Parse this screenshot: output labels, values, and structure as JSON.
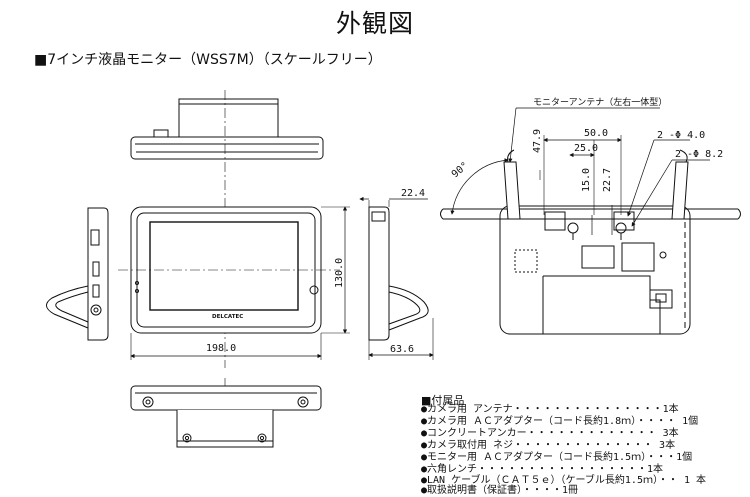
{
  "title": "外観図",
  "subtitle": "■7インチ液晶モニター（WSS7M）（スケールフリー）",
  "dimensions": {
    "width": "198.0",
    "height": "130.0",
    "depth_top": "22.4",
    "depth_total": "63.6",
    "d50": "50.0",
    "d25": "25.0",
    "d47_9": "47.9",
    "d15": "15.0",
    "d22_7": "22.7",
    "hole_small": "2 -Φ 4.0",
    "hole_large": "2 -Φ 8.2",
    "angle": "90°"
  },
  "labels": {
    "antenna": "モニターアンテナ（左右一体型）",
    "brand": "DELCATEC"
  },
  "accessories": {
    "heading": "■付属品",
    "items": [
      "●カメラ用 アンテナ・・・・・・・・・・・・・・・1本",
      "●カメラ用 ＡＣアダプター（コード長約1.8ｍ）・・・・ 1個",
      "●コンクリートアンカー・・・・・・・・・・・・・ 3本",
      "●カメラ取付用 ネジ・・・・・・・・・・・・・・ 3本",
      "●モニター用 ＡＣアダプター（コード長約1.5ｍ）・・・1個",
      "●六角レンチ・・・・・・・・・・・・・・・・・1本",
      "●LAN ケーブル（ＣＡＴ５ｅ）（ケーブル長約1.5ｍ）・・ 1 本",
      "●取扱説明書（保証書）・・・・1冊"
    ]
  }
}
